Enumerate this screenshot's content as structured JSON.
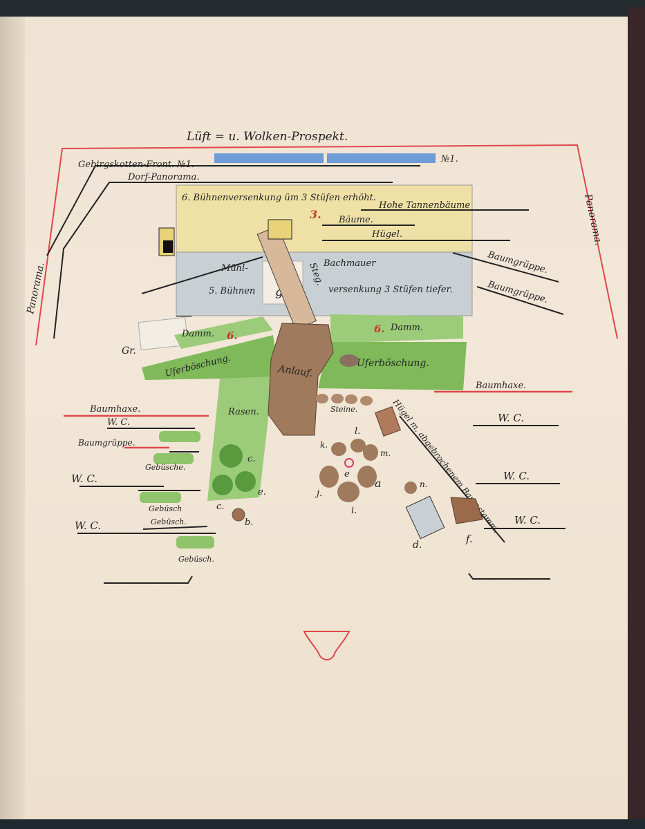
{
  "title": "Lüft = u. Wolken-Prospekt.",
  "labels": {
    "panorama_left": "Panorama.",
    "panorama_right": "Panorama.",
    "gebirgs": "Gebirgskotten-Front. №1.",
    "no1_right": "№1.",
    "dorf": "Dorf-Panorama.",
    "buhne6": "6. Bühnenversenkung üm 3 Stüfen erhöht.",
    "num3": "3.",
    "hohe": "Hohe Tannenbäume",
    "baume": "Bäume.",
    "hugel": "Hügel.",
    "muhl": "Mühl-",
    "bachmauer": "Bachmauer",
    "steg": "Steg.",
    "buhne5": "5. Bühnen",
    "g_letter": "g.",
    "versenkung": "versenkung 3 Stüfen tiefer.",
    "baumgruppe1": "Baumgrüppe.",
    "baumgruppe2": "Baumgrüppe.",
    "damm_left": "Damm.",
    "damm_right": "Damm.",
    "num6_left": "6.",
    "num6_right": "6.",
    "gr": "Gr.",
    "uferboschung_left": "Uferböschung.",
    "anlauf": "Anlauf.",
    "uferboschung_right": "Uferböschung.",
    "baumhaxe_right": "Baumhaxe.",
    "baumhaxe_left": "Baumhaxe.",
    "wc_left1": "W. C.",
    "baumgruppe_left": "Baumgrüppe.",
    "gebusche": "Gebüsche.",
    "wc_left2": "W. C.",
    "gebusch1": "Gebüsch",
    "wc_left3": "W. C.",
    "gebusch2": "Gebüsch.",
    "gebusch3": "Gebüsch.",
    "rasen": "Rasen.",
    "steine": "Steine.",
    "hugel_baum": "Hügel m. abgebrochenem Baumstamm.",
    "wc_right1": "W. C.",
    "wc_right2": "W. C.",
    "wc_right3": "W. C.",
    "c1": "c.",
    "e1": "e.",
    "c2": "c.",
    "b1": "b.",
    "l": "l.",
    "k": "k.",
    "m": "m.",
    "e2": "e",
    "a": "a",
    "j": "j.",
    "i": "i.",
    "n": "n.",
    "d": "d.",
    "f": "f."
  },
  "colors": {
    "paper": "#f0e4d4",
    "red_line": "#e0474c",
    "blue_panel": "#6f9bd6",
    "yellow_stage": "#efe1a6",
    "blue_stage": "#c9d0d4",
    "grass": "#8fc46a",
    "rock": "#a07a5c"
  }
}
